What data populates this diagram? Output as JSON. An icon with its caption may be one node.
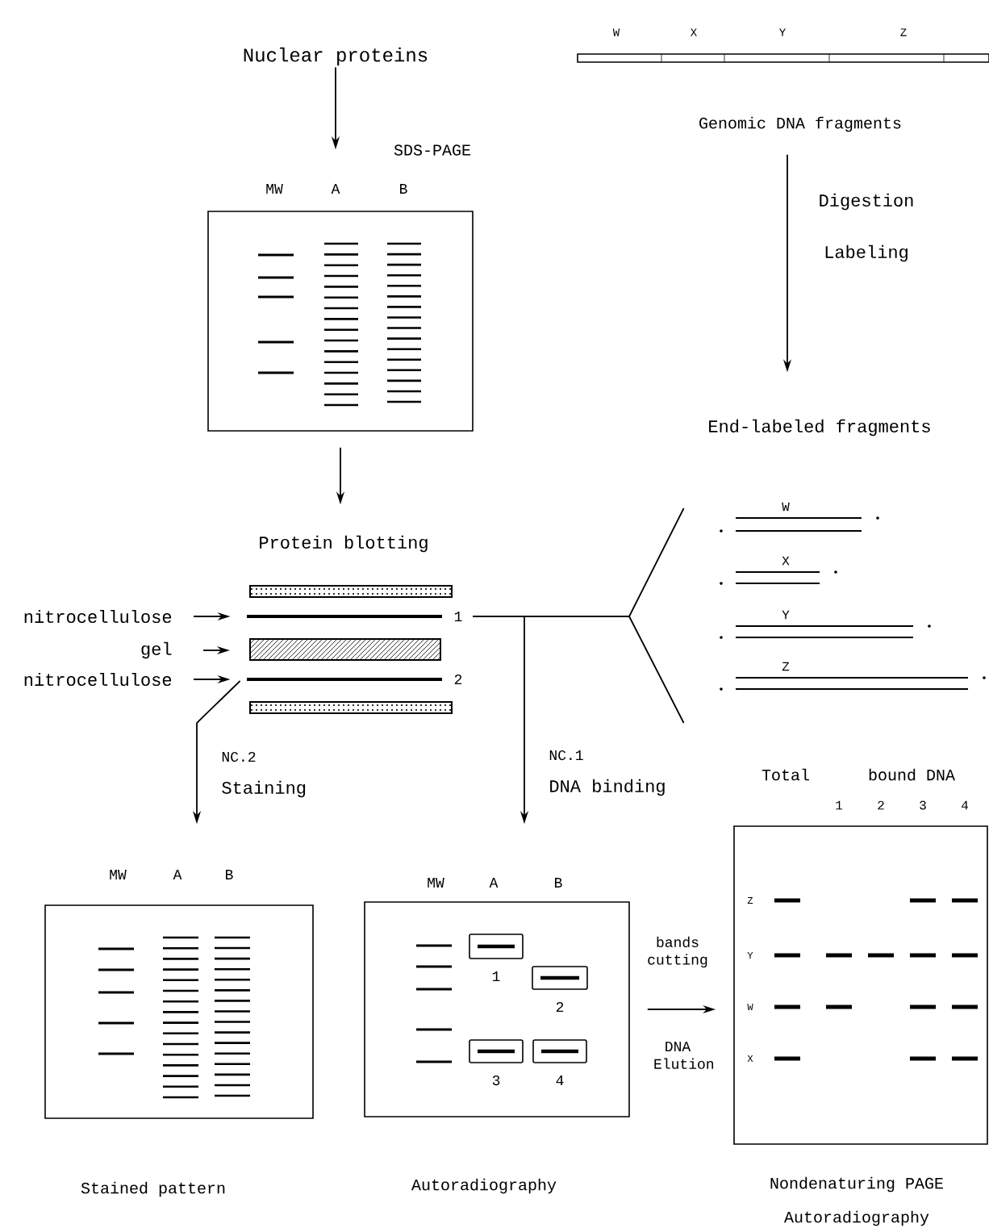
{
  "diagram": {
    "nodes": [
      {
        "text": [
          "Nuclear proteins"
        ]
      },
      {
        "text": [
          "MW",
          "A",
          "B"
        ]
      },
      {
        "text": [
          "Protein blotting"
        ]
      },
      {
        "text": [],
        "shape": "bar"
      },
      {
        "text": [],
        "shape": "bar",
        "beside": [
          "1"
        ]
      },
      {
        "text": [],
        "shape": "bar"
      },
      {
        "text": [],
        "shape": "bar",
        "beside": [
          "2"
        ]
      },
      {
        "text": [],
        "shape": "bar"
      },
      {
        "text": [
          "nitrocellulose"
        ]
      },
      {
        "text": [
          "gel"
        ]
      },
      {
        "text": [
          "nitrocellulose"
        ]
      },
      {
        "text": [
          "W",
          "X",
          "Y",
          "Z"
        ],
        "beside": [
          "Genomic DNA fragments"
        ]
      },
      {
        "text": [
          "End-labeled fragments"
        ]
      },
      {
        "text": [
          "W"
        ]
      },
      {
        "text": [
          "X"
        ]
      },
      {
        "text": [
          "Y"
        ]
      },
      {
        "text": [
          "Z"
        ]
      },
      {
        "text": [
          "MW",
          "A",
          "B"
        ],
        "beside": [
          "Stained pattern"
        ]
      },
      {
        "text": [
          "MW",
          "A",
          "B"
        ],
        "beside": [
          "Autoradiography"
        ]
      },
      {
        "text": [],
        "shape": "box",
        "in": 18,
        "beside": [
          "1"
        ]
      },
      {
        "text": [],
        "shape": "box",
        "in": 18,
        "beside": [
          "2"
        ]
      },
      {
        "text": [],
        "shape": "box",
        "in": 18,
        "beside": [
          "3"
        ]
      },
      {
        "text": [],
        "shape": "box",
        "in": 18,
        "beside": [
          "4"
        ]
      },
      {
        "text": [
          "Total",
          "bound DNA",
          "1",
          "2",
          "3",
          "4",
          "Z",
          "Y",
          "W",
          "X"
        ],
        "beside": [
          "Nondenaturing PAGE",
          "Autoradiography"
        ]
      }
    ],
    "edges": [
      {
        "from": 0,
        "to": 1,
        "arrow": "to",
        "label": "SDS-PAGE"
      },
      {
        "from": 1,
        "to": 2,
        "arrow": "to"
      },
      {
        "from": 8,
        "to": 4,
        "arrow": "to"
      },
      {
        "from": 9,
        "to": 5,
        "arrow": "to"
      },
      {
        "from": 10,
        "to": 6,
        "arrow": "to"
      },
      {
        "from": 11,
        "to": 12,
        "arrow": "to",
        "label": "Digestion"
      },
      {
        "from": 4,
        "to": 13,
        "arrow": "none"
      },
      {
        "from": 4,
        "to": 16,
        "arrow": "none"
      },
      {
        "from": 4,
        "to": 18,
        "arrow": "to",
        "label": "NC.1"
      },
      {
        "from": 6,
        "to": 17,
        "arrow": "to",
        "label": "NC.2"
      },
      {
        "from": 18,
        "to": 23,
        "arrow": "to",
        "label": "bands cutting"
      }
    ],
    "labels": [
      "Labeling",
      "Staining",
      "DNA binding",
      "DNA Elution"
    ]
  }
}
